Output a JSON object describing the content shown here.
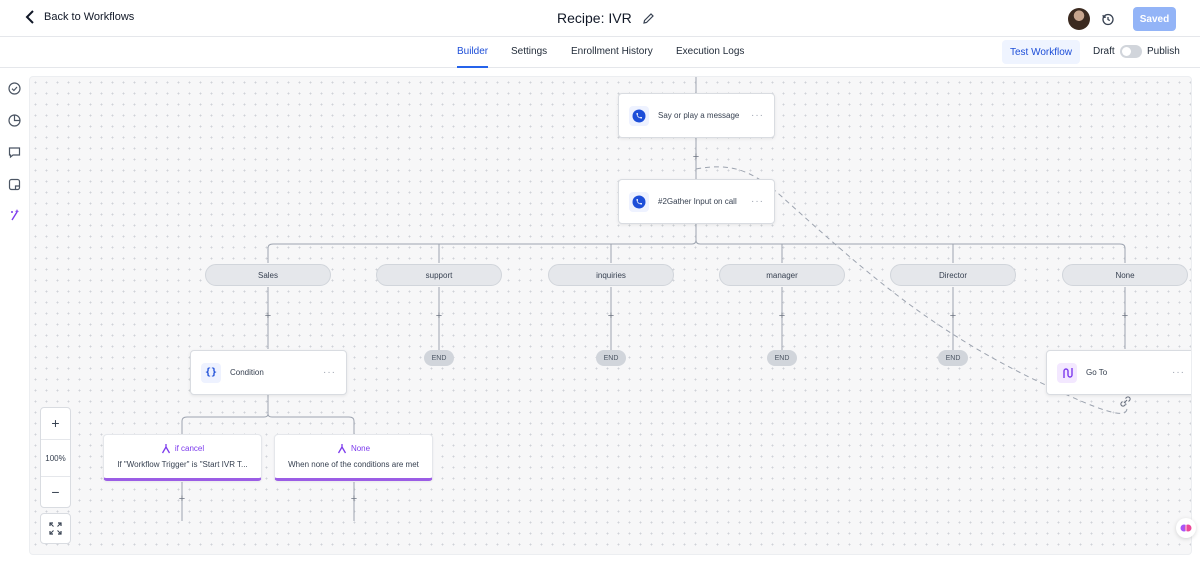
{
  "header": {
    "back_label": "Back to Workflows",
    "recipe_title": "Recipe: IVR",
    "saved_label": "Saved"
  },
  "tabs": [
    {
      "label": "Builder",
      "active": true
    },
    {
      "label": "Settings",
      "active": false
    },
    {
      "label": "Enrollment History",
      "active": false
    },
    {
      "label": "Execution Logs",
      "active": false
    }
  ],
  "actions": {
    "test_workflow": "Test Workflow",
    "draft": "Draft",
    "publish": "Publish",
    "published": false
  },
  "left_rail": [
    "check-circle-icon",
    "pie-chart-icon",
    "comment-icon",
    "note-icon",
    "sparkle-icon"
  ],
  "workflow": {
    "node_say": "Say or play a message",
    "node_gather": "#2Gather Input on call",
    "branches": [
      "Sales",
      "support",
      "inquiries",
      "manager",
      "Director",
      "None"
    ],
    "end_label": "END",
    "node_condition": "Condition",
    "node_goto": "Go To",
    "condition_branches": [
      {
        "title": "if cancel",
        "subtitle": "If \"Workflow Trigger\" is \"Start IVR T..."
      },
      {
        "title": "None",
        "subtitle": "When none of the conditions are met"
      }
    ],
    "more": "···"
  },
  "zoom": {
    "plus": "+",
    "level": "100%",
    "minus": "−"
  },
  "colors": {
    "accent_blue": "#2563eb",
    "branch_purple": "#9b5de5",
    "saved_button": "#93b4f7"
  }
}
